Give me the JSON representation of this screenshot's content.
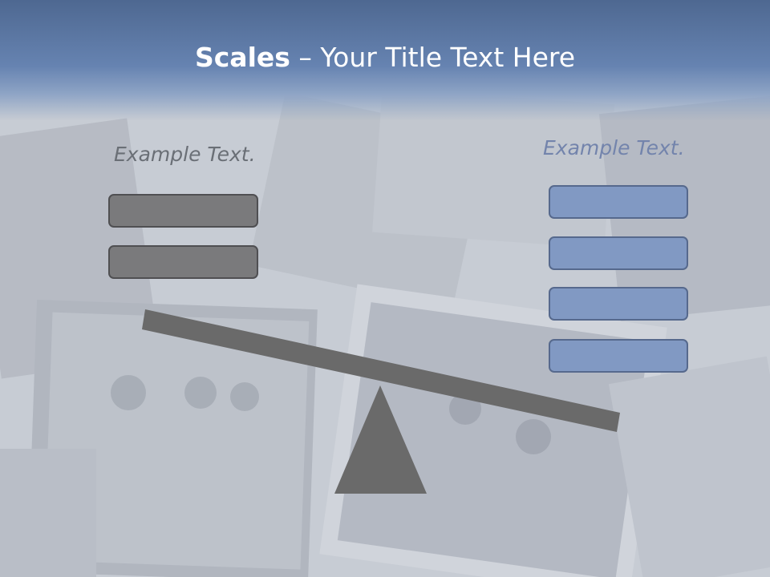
{
  "slide": {
    "title_bold": "Scales",
    "title_rest": " – Your Title Text Here"
  },
  "left_pan": {
    "label": "Example Text.",
    "box_count": 2
  },
  "right_pan": {
    "label": "Example Text.",
    "box_count": 4
  },
  "colors": {
    "title_band": "#6683b1",
    "gray_box": "#7a7a7c",
    "blue_box": "#8199c3",
    "scale": "#6a6a6a"
  }
}
